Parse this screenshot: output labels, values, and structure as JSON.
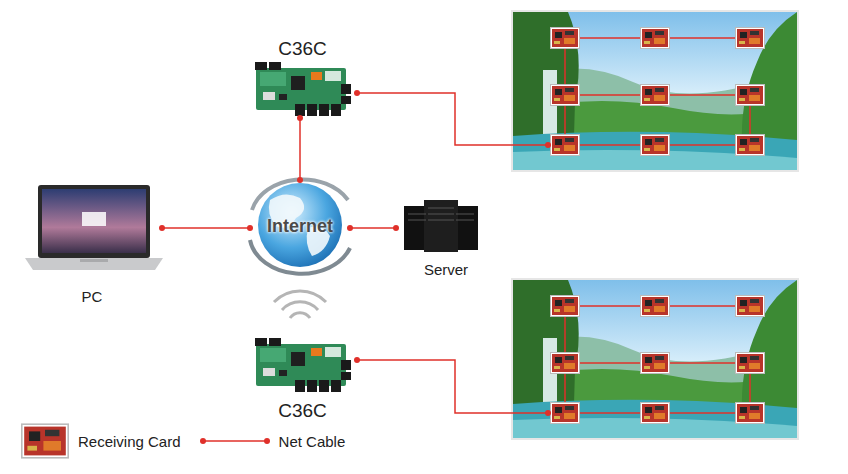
{
  "diagram": {
    "nodes": [
      {
        "text": [
          "C36C"
        ]
      },
      {
        "text": [
          "PC"
        ]
      },
      {
        "text": [
          "Internet"
        ]
      },
      {
        "text": [
          "Server"
        ]
      },
      {
        "text": [
          "C36C"
        ]
      }
    ],
    "edges": [
      {
        "from": 0,
        "to": 2,
        "arrow": "none"
      },
      {
        "from": 1,
        "to": 2,
        "arrow": "none"
      },
      {
        "from": 2,
        "to": 3,
        "arrow": "none"
      }
    ],
    "legend": [
      {
        "text": "Receiving Card"
      },
      {
        "text": "Net Cable"
      }
    ]
  }
}
